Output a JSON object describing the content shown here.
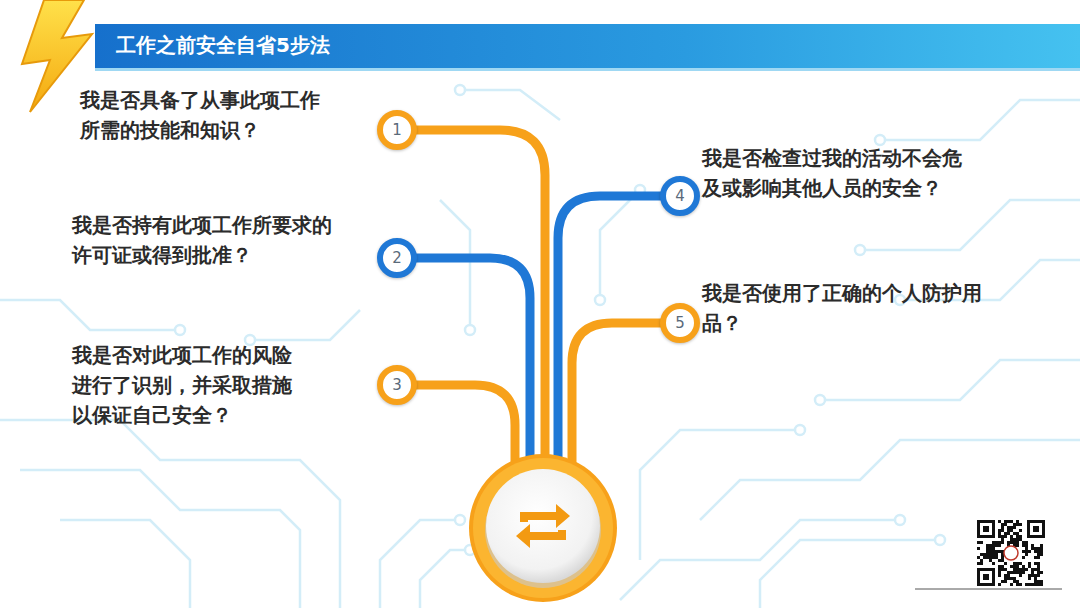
{
  "diagram": {
    "title": "工作之前安全自省5步法",
    "nodes": [
      {
        "text": [
          "1",
          "我是否具备了从事此项工作所需的技能和知识？"
        ]
      },
      {
        "text": [
          "2",
          "我是否持有此项工作所要求的许可证或得到批准？"
        ]
      },
      {
        "text": [
          "3",
          "我是否对此项工作的风险进行了识别，并采取措施以保证自己安全？"
        ]
      },
      {
        "text": [
          "4",
          "我是否检查过我的活动不会危及或影响其他人员的安全？"
        ]
      },
      {
        "text": [
          "5",
          "我是否使用了正确的个人防护用品？"
        ]
      }
    ]
  }
}
